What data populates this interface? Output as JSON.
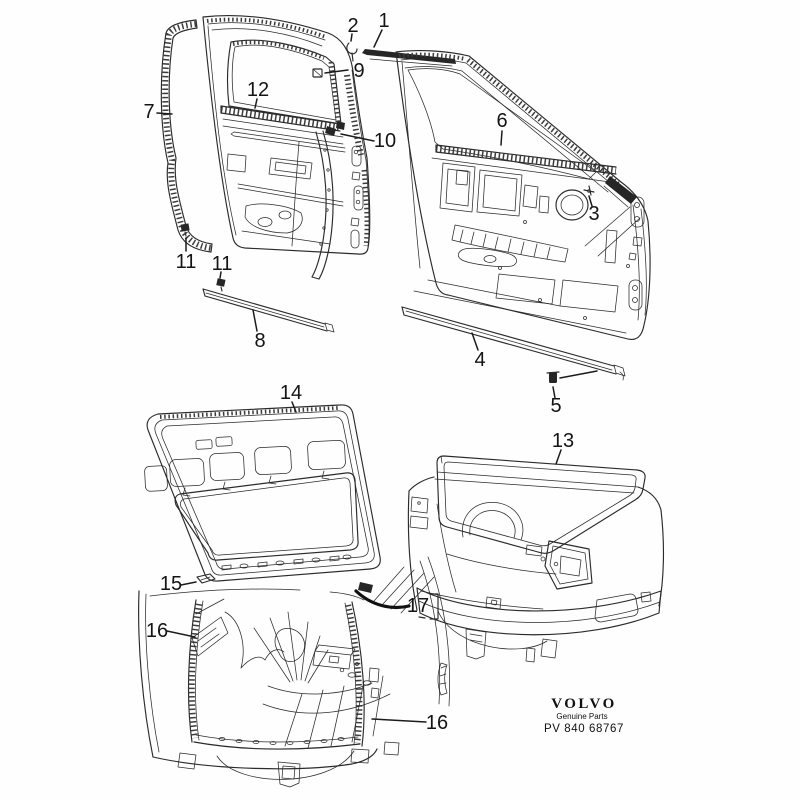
{
  "diagram": {
    "callouts": {
      "c1": "1",
      "c2": "2",
      "c3": "3",
      "c4": "4",
      "c5": "5",
      "c6": "6",
      "c7": "7",
      "c8": "8",
      "c9": "9",
      "c10": "10",
      "c11a": "11",
      "c11b": "11",
      "c12": "12",
      "c13": "13",
      "c14": "14",
      "c15": "15",
      "c16a": "16",
      "c16b": "16",
      "c17": "17"
    },
    "logo": {
      "brand": "VOLVO",
      "tagline": "Genuine Parts",
      "part_number": "PV 840 68767"
    }
  }
}
